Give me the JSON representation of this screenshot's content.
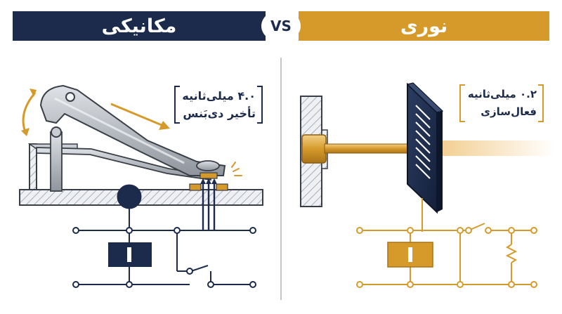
{
  "header": {
    "left_title": "مکانیکی",
    "right_title": "نوری",
    "vs_label": "VS"
  },
  "mechanical": {
    "label_line1": "۴.۰ میلی‌ثانیه",
    "label_line2": "تأخیر دی‌بَنس"
  },
  "optical": {
    "label_line1": "۰.۲ میلی‌ثانیه",
    "label_line2": "فعال‌سازی"
  },
  "colors": {
    "navy": "#1c2b4b",
    "gold": "#d69a2b",
    "gray": "#9aa0a8"
  },
  "icons": {
    "switch_lever": "mechanical-lever-icon",
    "photo_interrupter": "slotted-disc-icon",
    "rotation_arrow": "curved-arrow-icon"
  }
}
